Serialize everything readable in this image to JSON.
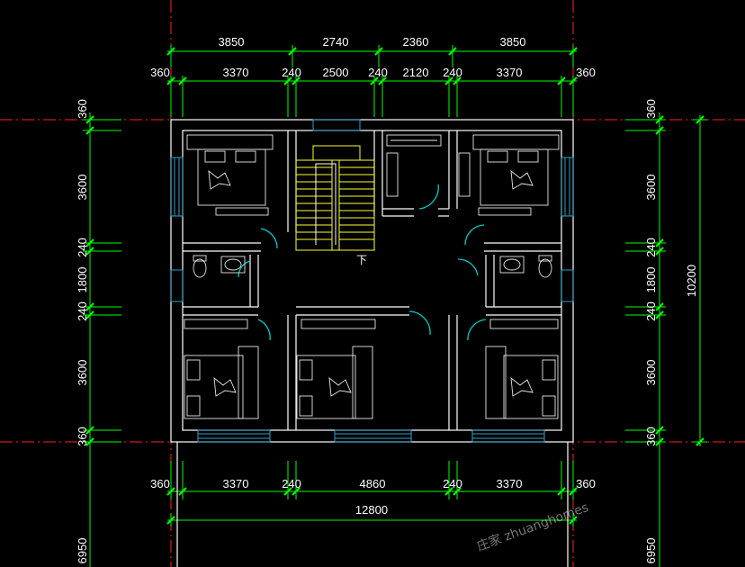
{
  "dimensions": {
    "top_overall": [
      "3850",
      "2740",
      "2360",
      "3850"
    ],
    "top_detail": [
      "360",
      "3370",
      "240",
      "2500",
      "240",
      "2120",
      "240",
      "3370",
      "360"
    ],
    "bottom_detail": [
      "360",
      "3370",
      "240",
      "4860",
      "240",
      "3370",
      "360"
    ],
    "bottom_total": "12800",
    "left_detail": [
      "360",
      "3600",
      "240",
      "1800",
      "240",
      "3600",
      "360"
    ],
    "left_bottom": "6950",
    "right_detail": [
      "360",
      "3600",
      "240",
      "1800",
      "240",
      "3600",
      "360"
    ],
    "right_total": "10200",
    "right_bottom": "6950"
  },
  "stair_note": "下",
  "watermark": "庄家 zhuanghomes",
  "colors": {
    "background": "#000000",
    "wall": "#ffffff",
    "axis": "#ff2020",
    "dimension": "#00ff00",
    "stair": "#ffff33",
    "door": "#00cccc",
    "window": "#33a0c8",
    "furniture": "#e6e6e6"
  }
}
